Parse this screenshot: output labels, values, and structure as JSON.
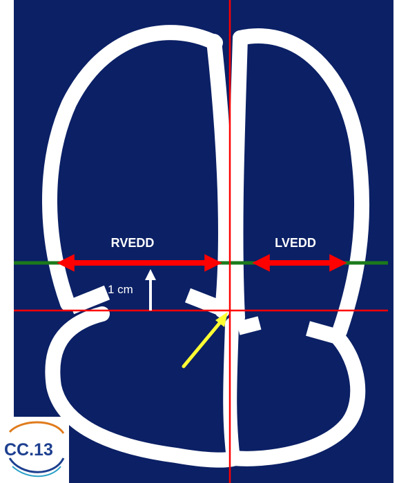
{
  "diagram": {
    "labels": {
      "rvedd": "RVEDD",
      "lvedd": "LVEDD",
      "scale": "1 cm"
    },
    "logo": {
      "text": "CC.13"
    },
    "icons": {
      "scale_arrow": "up-arrow-icon",
      "pointer_arrow": "yellow-pointer-arrow-icon",
      "rvedd_arrow": "double-headed-arrow-icon",
      "lvedd_arrow": "double-headed-arrow-icon",
      "logo": "cc13-logo-icon"
    },
    "colors": {
      "background": "#0b2065",
      "wall": "#ffffff",
      "measurement_arrow": "#ff0000",
      "vertical_line": "#ff0000",
      "horizontal_line": "#ff0000",
      "baseline": "#1b7a1b",
      "pointer_arrow": "#ffff33",
      "scale_arrow": "#ffffff"
    }
  }
}
